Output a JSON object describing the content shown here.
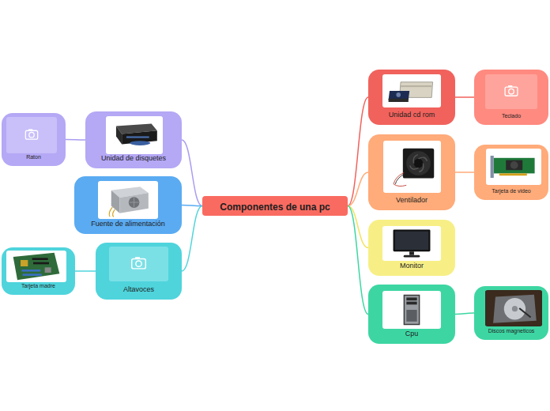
{
  "diagram": {
    "nodes": [
      {
        "text": [
          "Componentes de una pc"
        ]
      },
      {
        "text": [
          "Unidad cd rom"
        ]
      },
      {
        "text": [
          "Teclado"
        ]
      },
      {
        "text": [
          "Ventilador"
        ]
      },
      {
        "text": [
          "Tarjeta de video"
        ]
      },
      {
        "text": [
          "Monitor"
        ]
      },
      {
        "text": [
          "Cpu"
        ]
      },
      {
        "text": [
          "Discos magneticos"
        ]
      },
      {
        "text": [
          "Unidad de disquetes"
        ]
      },
      {
        "text": [
          "Raton"
        ]
      },
      {
        "text": [
          "Fuente de alimentación"
        ]
      },
      {
        "text": [
          "Altavoces"
        ]
      },
      {
        "text": [
          "Tarjeta madre"
        ]
      }
    ],
    "edges": [
      {
        "from": 0,
        "to": 1,
        "arrow": "none"
      },
      {
        "from": 1,
        "to": 2,
        "arrow": "none"
      },
      {
        "from": 0,
        "to": 3,
        "arrow": "none"
      },
      {
        "from": 3,
        "to": 4,
        "arrow": "none"
      },
      {
        "from": 0,
        "to": 5,
        "arrow": "none"
      },
      {
        "from": 0,
        "to": 6,
        "arrow": "none"
      },
      {
        "from": 6,
        "to": 7,
        "arrow": "none"
      },
      {
        "from": 0,
        "to": 8,
        "arrow": "none"
      },
      {
        "from": 8,
        "to": 9,
        "arrow": "none"
      },
      {
        "from": 0,
        "to": 10,
        "arrow": "none"
      },
      {
        "from": 0,
        "to": 11,
        "arrow": "none"
      },
      {
        "from": 11,
        "to": 12,
        "arrow": "none"
      }
    ]
  }
}
